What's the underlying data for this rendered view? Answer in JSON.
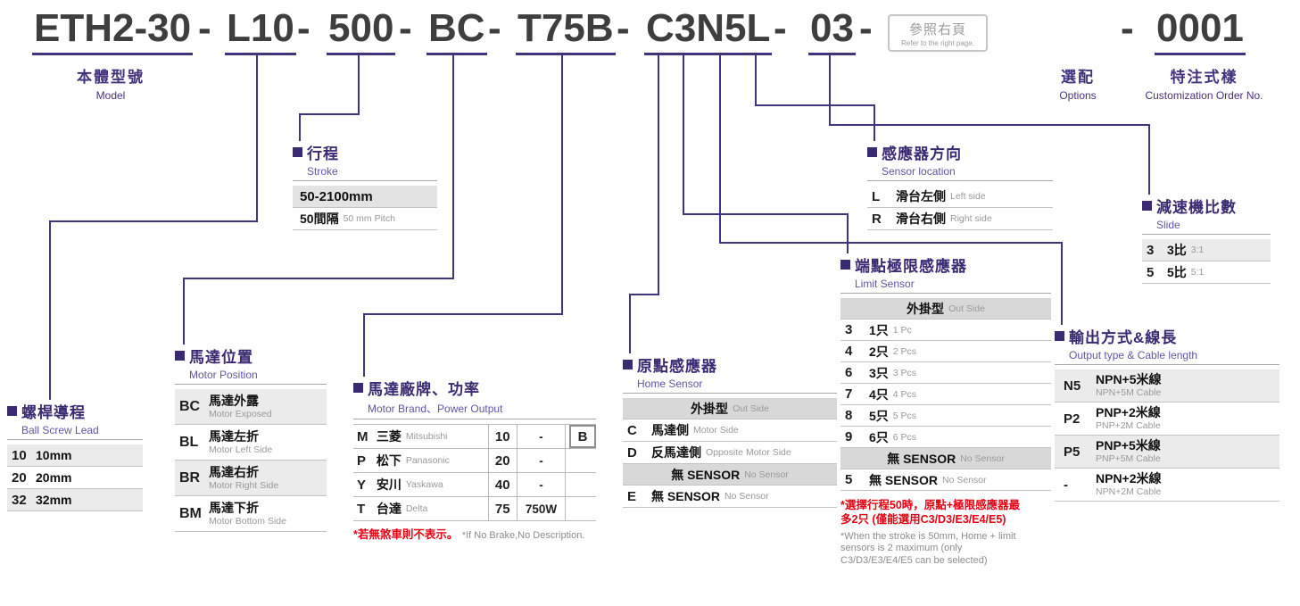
{
  "colors": {
    "accent": "#43337e",
    "warning": "#e60012"
  },
  "model": {
    "separator": "-",
    "segments": {
      "body": "ETH2-30",
      "lead": "L10",
      "stroke": "500",
      "motor_position": "BC",
      "motor_power": "T75B",
      "sensor": "C3N5L",
      "option": "03",
      "order": "0001"
    },
    "option_box": {
      "zh": "參照右頁",
      "en": "Refer to the right page."
    }
  },
  "top_labels": {
    "model": {
      "zh": "本體型號",
      "en": "Model"
    },
    "options": {
      "zh": "選配",
      "en": "Options"
    },
    "custom": {
      "zh": "特注式樣",
      "en": "Customization Order No."
    }
  },
  "sections": {
    "ballScrewLead": {
      "zh": "螺桿導程",
      "en": "Ball Screw Lead",
      "rows": [
        {
          "code": "10",
          "value": "10mm"
        },
        {
          "code": "20",
          "value": "20mm"
        },
        {
          "code": "32",
          "value": "32mm"
        }
      ]
    },
    "motorPosition": {
      "zh": "馬達位置",
      "en": "Motor Position",
      "rows": [
        {
          "code": "BC",
          "zh": "馬達外露",
          "en": "Motor Exposed"
        },
        {
          "code": "BL",
          "zh": "馬達左折",
          "en": "Motor Left Side"
        },
        {
          "code": "BR",
          "zh": "馬達右折",
          "en": "Motor Right Side"
        },
        {
          "code": "BM",
          "zh": "馬達下折",
          "en": "Motor Bottom Side"
        }
      ]
    },
    "stroke": {
      "zh": "行程",
      "en": "Stroke",
      "range": "50-2100mm",
      "pitch_zh": "50間隔",
      "pitch_en": "50 mm Pitch"
    },
    "motorBrand": {
      "zh": "馬達廠牌、功率",
      "en": "Motor Brand、Power Output",
      "rows": [
        {
          "code": "M",
          "zh": "三菱",
          "en": "Mitsubishi",
          "power": "10",
          "watt": "-",
          "brake": "B"
        },
        {
          "code": "P",
          "zh": "松下",
          "en": "Panasonic",
          "power": "20",
          "watt": "-"
        },
        {
          "code": "Y",
          "zh": "安川",
          "en": "Yaskawa",
          "power": "40",
          "watt": "-"
        },
        {
          "code": "T",
          "zh": "台達",
          "en": "Delta",
          "power": "75",
          "watt": "750W"
        }
      ],
      "note_zh": "*若無煞車則不表示。",
      "note_en": "*If No Brake,No Description."
    },
    "homeSensor": {
      "zh": "原點感應器",
      "en": "Home Sensor",
      "header": {
        "zh": "外掛型",
        "en": "Out Side"
      },
      "rows": [
        {
          "code": "C",
          "zh": "馬達側",
          "en": "Motor Side"
        },
        {
          "code": "D",
          "zh": "反馬達側",
          "en": "Opposite Motor Side"
        }
      ],
      "band": {
        "zh": "無 SENSOR",
        "en": "No Sensor"
      },
      "last": {
        "code": "E",
        "zh": "無 SENSOR",
        "en": "No Sensor"
      }
    },
    "sensorLocation": {
      "zh": "感應器方向",
      "en": "Sensor location",
      "rows": [
        {
          "code": "L",
          "zh": "滑台左側",
          "en": "Left side"
        },
        {
          "code": "R",
          "zh": "滑台右側",
          "en": "Right side"
        }
      ]
    },
    "limitSensor": {
      "zh": "端點極限感應器",
      "en": "Limit Sensor",
      "header": {
        "zh": "外掛型",
        "en": "Out Side"
      },
      "rows": [
        {
          "code": "3",
          "zh": "1只",
          "en": "1 Pc"
        },
        {
          "code": "4",
          "zh": "2只",
          "en": "2 Pcs"
        },
        {
          "code": "6",
          "zh": "3只",
          "en": "3 Pcs"
        },
        {
          "code": "7",
          "zh": "4只",
          "en": "4 Pcs"
        },
        {
          "code": "8",
          "zh": "5只",
          "en": "5 Pcs"
        },
        {
          "code": "9",
          "zh": "6只",
          "en": "6 Pcs"
        }
      ],
      "band": {
        "zh": "無 SENSOR",
        "en": "No Sensor"
      },
      "last": {
        "code": "5",
        "zh": "無 SENSOR",
        "en": "No Sensor"
      },
      "note_zh1": "*選擇行程50時，原點+極限感應器最",
      "note_zh2": "多2只 (僅能選用C3/D3/E3/E4/E5)",
      "note_en": "*When the stroke is 50mm, Home + limit sensors is 2 maximum (only C3/D3/E3/E4/E5 can be selected)"
    },
    "gearRatio": {
      "zh": "減速機比數",
      "en": "Slide",
      "rows": [
        {
          "code": "3",
          "zh": "3比",
          "en": "3:1"
        },
        {
          "code": "5",
          "zh": "5比",
          "en": "5:1"
        }
      ]
    },
    "outputType": {
      "zh": "輸出方式&線長",
      "en": "Output type & Cable length",
      "rows": [
        {
          "code": "N5",
          "zh": "NPN+5米線",
          "en": "NPN+5M Cable"
        },
        {
          "code": "P2",
          "zh": "PNP+2米線",
          "en": "PNP+2M Cable"
        },
        {
          "code": "P5",
          "zh": "PNP+5米線",
          "en": "PNP+5M Cable"
        },
        {
          "code": "-",
          "zh": "NPN+2米線",
          "en": "NPN+2M Cable"
        }
      ]
    }
  }
}
